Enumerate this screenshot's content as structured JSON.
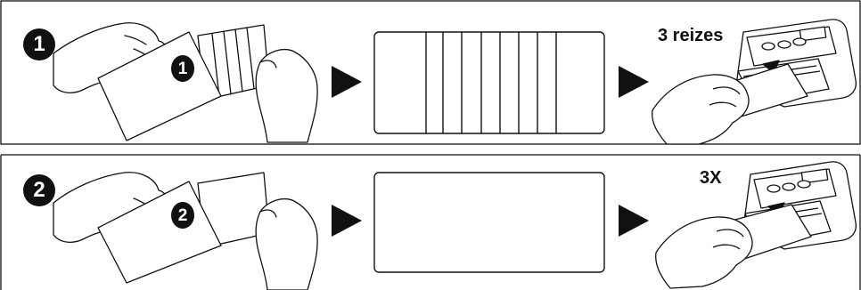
{
  "steps": [
    {
      "number": "1",
      "card_number": "1",
      "count_label": "3 reizes"
    },
    {
      "number": "2",
      "card_number": "2",
      "count_label": "3X"
    }
  ],
  "colors": {
    "line": "#111111",
    "background": "#ffffff"
  },
  "icons": [
    "hands-holding-cleaning-card",
    "arrow-right-icon",
    "card-striped-icon",
    "card-plain-icon",
    "detector-device-icon"
  ]
}
